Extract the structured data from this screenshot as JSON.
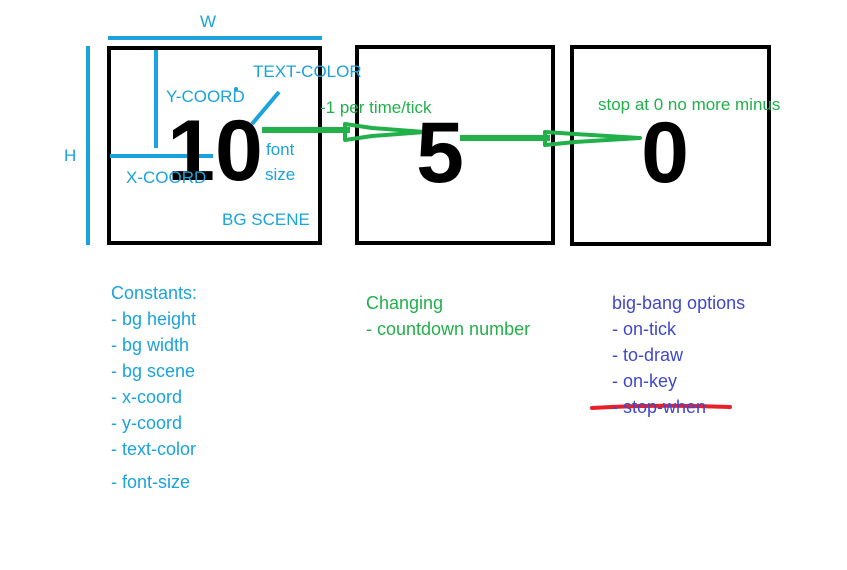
{
  "colors": {
    "blue": "#1aa3dc",
    "green": "#22b04a",
    "purple": "#3f48cc",
    "red": "#e8202a",
    "black": "#000000"
  },
  "dimension_labels": {
    "width": "W",
    "height": "H"
  },
  "box1": {
    "number": "10",
    "y_coord_label": "Y-COORD",
    "x_coord_label": "X-COORD",
    "text_color_label": "TEXT-COLOR",
    "font_size_label_line1": "font",
    "font_size_label_line2": "size",
    "bg_scene_label": "BG SCENE"
  },
  "box2": {
    "number": "5"
  },
  "box3": {
    "number": "0"
  },
  "arrows": {
    "tick_label": "-1 per time/tick",
    "stop_label": "stop at 0 no more minus"
  },
  "constants": {
    "title": "Constants:",
    "items": [
      "- bg height",
      "- bg width",
      "- bg scene",
      "- x-coord",
      "- y-coord",
      "- text-color"
    ],
    "last_item": "- font-size"
  },
  "changing": {
    "title": "Changing",
    "items": [
      "- countdown number"
    ]
  },
  "big_bang": {
    "title": "big-bang options",
    "items": [
      "- on-tick",
      "- to-draw",
      "- on-key"
    ],
    "struck_item": "- stop-when"
  }
}
